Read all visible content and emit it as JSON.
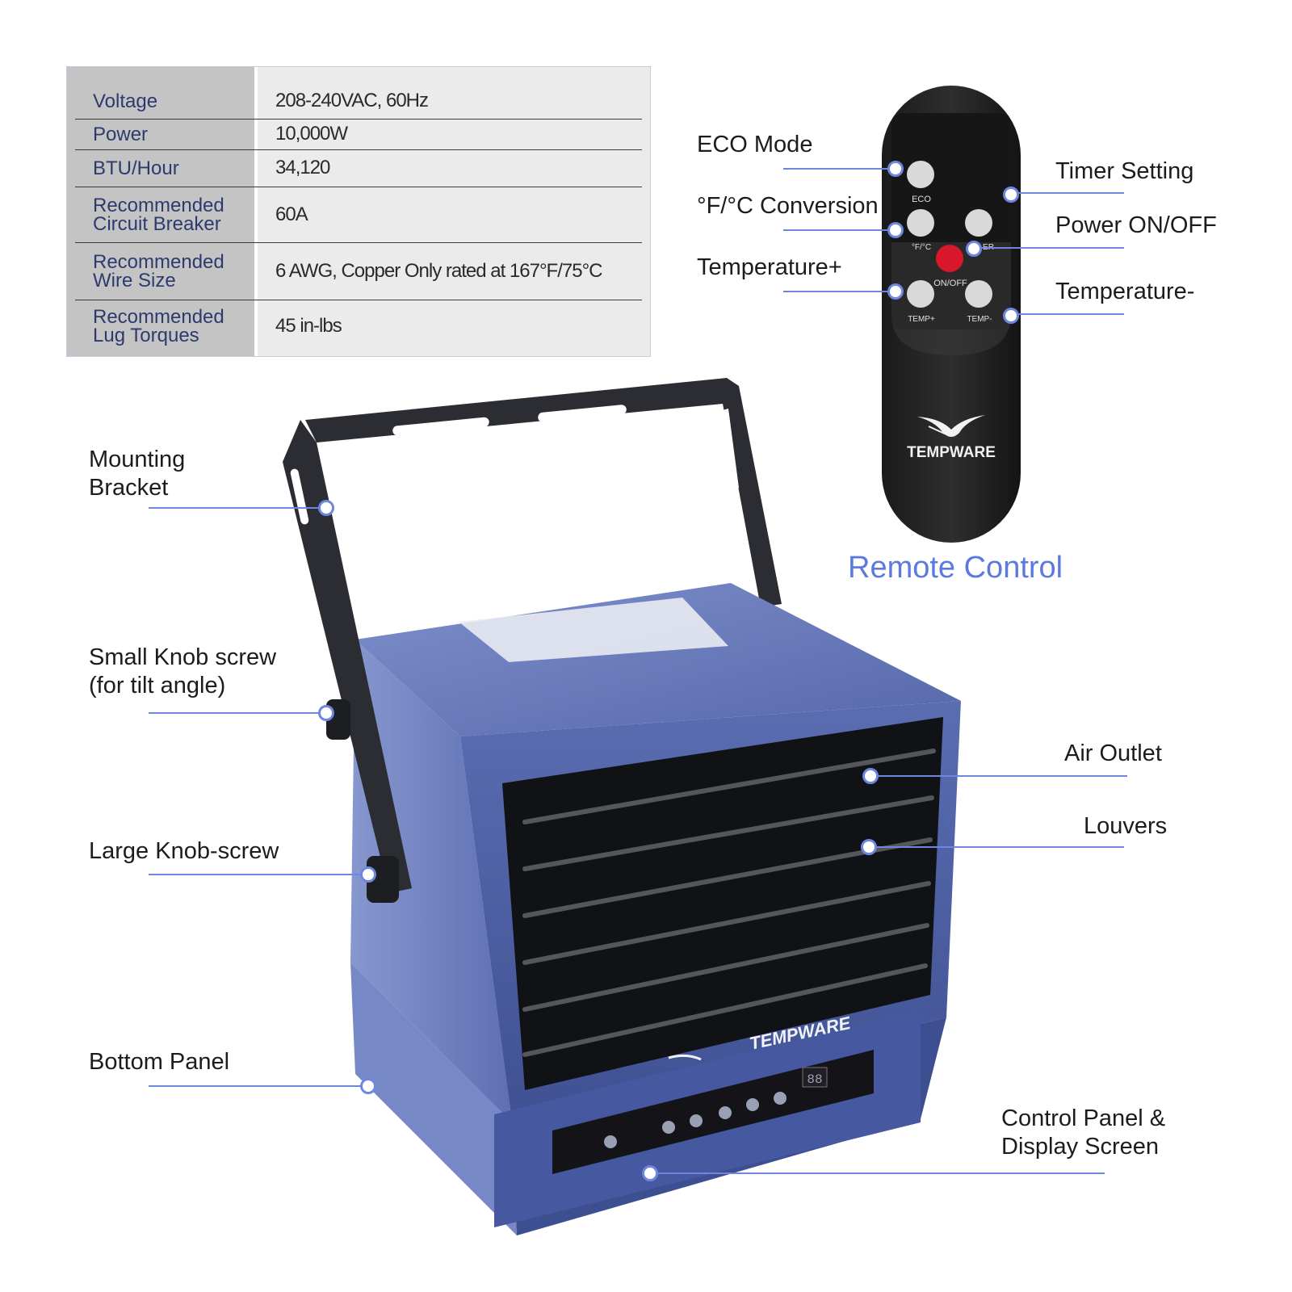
{
  "specs": [
    {
      "label": "Voltage",
      "value": "208-240VAC, 60Hz"
    },
    {
      "label": "Power",
      "value": "10,000W"
    },
    {
      "label": "BTU/Hour",
      "value": "34,120"
    },
    {
      "label": "Recommended Circuit Breaker",
      "value": "60A"
    },
    {
      "label": "Recommended Wire Size",
      "value": "6 AWG, Copper Only rated at 167°F/75°C"
    },
    {
      "label": "Recommended Lug Torques",
      "value": "45 in-lbs"
    }
  ],
  "remote": {
    "caption": "Remote Control",
    "brand": "TEMPWARE",
    "buttons": {
      "eco": "ECO",
      "unit": "°F/°C",
      "onoff": "ON/OFF",
      "temp_up": "TEMP+",
      "temp_down": "TEMP-",
      "timer": "ER"
    },
    "callouts": {
      "eco": "ECO Mode",
      "unit": "°F/°C Conversion",
      "temp_up": "Temperature+",
      "timer": "Timer Setting",
      "power": "Power ON/OFF",
      "temp_down": "Temperature-"
    }
  },
  "heater": {
    "brand": "TEMPWARE",
    "display_digits": "88",
    "callouts": {
      "mounting_bracket": "Mounting Bracket",
      "small_knob": "Small Knob screw (for tilt angle)",
      "large_knob": "Large Knob-screw",
      "bottom_panel": "Bottom Panel",
      "air_outlet": "Air Outlet",
      "louvers": "Louvers",
      "control_panel": "Control Panel & Display Screen"
    }
  },
  "colors": {
    "accent": "#6e86e0",
    "caption": "#5b79df",
    "heater_blue": "#4a5c9e",
    "label_text": "#2d3a6e"
  }
}
